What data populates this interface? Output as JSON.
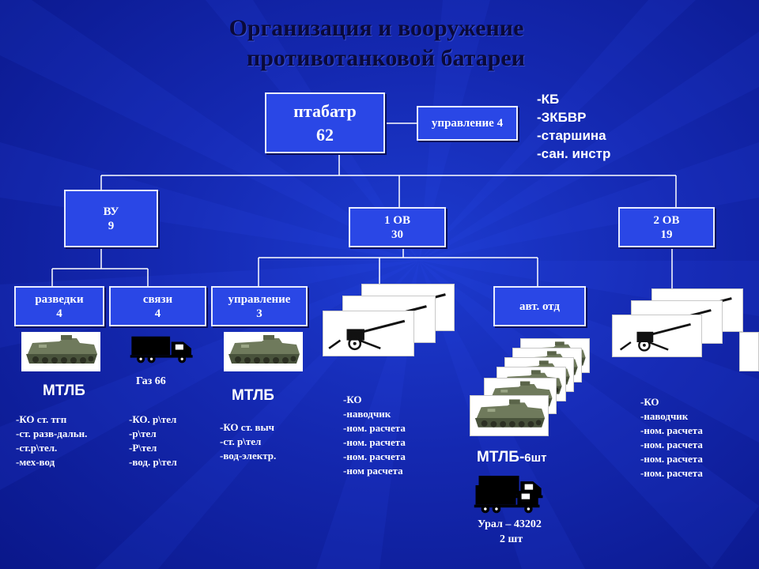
{
  "title": {
    "line1": "Организация и вооружение",
    "line2": "противотанковой батареи"
  },
  "units": {
    "root": {
      "name": "птабатр",
      "count": "62"
    },
    "control": {
      "label": "управление 4"
    },
    "vu": {
      "name": "ВУ",
      "count": "9"
    },
    "ov1": {
      "name": "1 ОВ",
      "count": "30"
    },
    "ov2": {
      "name": "2 ОВ",
      "count": "19"
    },
    "recon": {
      "name": "разведки",
      "count": "4"
    },
    "signal": {
      "name": "связи",
      "count": "4"
    },
    "mgmt": {
      "name": "управление",
      "count": "3"
    },
    "auto": {
      "name": "авт. отд"
    }
  },
  "control_staff": [
    "-КБ",
    "-ЗКБВР",
    "-старшина",
    "-сан. инстр"
  ],
  "labels": {
    "mtlb_recon": "МТЛБ",
    "gaz": "Газ 66",
    "mtlb_mgmt": "МТЛБ",
    "mtlb_auto": "МТЛБ-",
    "mtlb_auto_count": "6шт",
    "ural_line1": "Урал – 43202",
    "ural_line2": "2 шт"
  },
  "staff": {
    "recon": [
      "-КО ст. тгп",
      "-ст. разв-дальн.",
      "-ст.р\\тел.",
      "-мех-вод"
    ],
    "signal": [
      "-КО. р\\тел",
      "-р\\тел",
      "-Р\\тел",
      "-вод. р\\тел"
    ],
    "mgmt": [
      "-КО ст. выч",
      "-ст. р\\тел",
      "-вод-электр."
    ],
    "ov1": [
      "-КО",
      "-наводчик",
      "-ном. расчета",
      "-ном. расчета",
      "-ном. расчета",
      "-ном расчета"
    ],
    "ov2": [
      "-КО",
      "-наводчик",
      "-ном. расчета",
      "-ном. расчета",
      "-ном. расчета",
      "-ном. расчета"
    ]
  },
  "colors": {
    "background": "#1428b0",
    "box": "#2a47e6",
    "title": "#0a0a3a"
  }
}
